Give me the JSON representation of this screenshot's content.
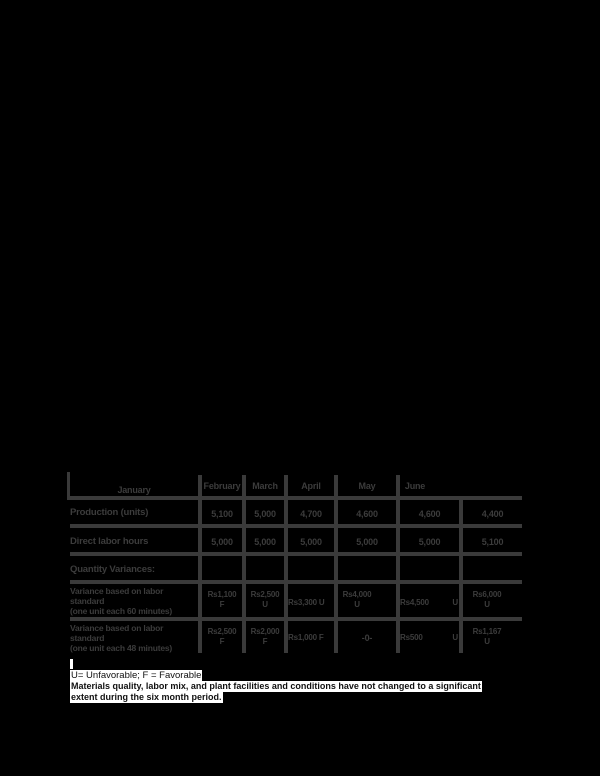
{
  "table": {
    "header": {
      "row_label": "January",
      "months": [
        "February",
        "March",
        "April",
        "May",
        "June"
      ]
    },
    "rows": [
      {
        "label": "Production (units)",
        "values": [
          "5,100",
          "5,000",
          "4,700",
          "4,600",
          "4,600",
          "4,400"
        ]
      },
      {
        "label": "Direct labor hours",
        "values": [
          "5,000",
          "5,000",
          "5,000",
          "5,000",
          "5,000",
          "5,100"
        ]
      },
      {
        "label": "Quantity Variances:",
        "values": [
          "",
          "",
          "",
          "",
          "",
          ""
        ]
      },
      {
        "label_lines": [
          "Variance based on labor",
          "standard",
          "(one unit each 60 minutes)"
        ],
        "values": [
          {
            "amount": "Rs1,100",
            "flag": "F"
          },
          {
            "amount": "Rs2,500",
            "flag": "U"
          },
          {
            "amount": "Rs3,300",
            "flag": "U"
          },
          {
            "amount": "Rs4,000",
            "flag": "U"
          },
          {
            "amount": "Rs4,500",
            "flag": "U"
          },
          {
            "amount": "Rs6,000",
            "flag": "U"
          }
        ]
      },
      {
        "label_lines": [
          "Variance based on labor",
          "standard",
          "(one unit each 48 minutes)"
        ],
        "values": [
          {
            "amount": "Rs2,500",
            "flag": "F"
          },
          {
            "amount": "Rs2,000",
            "flag": "F"
          },
          {
            "amount": "Rs1,000",
            "flag": "F"
          },
          {
            "amount": "-0-",
            "flag": ""
          },
          {
            "amount": "Rs500",
            "flag": "U"
          },
          {
            "amount": "Rs1,167",
            "flag": "U"
          }
        ]
      }
    ]
  },
  "footnotes": {
    "legend": "U= Unfavorable; F = Favorable",
    "note_line1": "Materials quality, labor mix, and plant facilities and conditions have not changed to a significant",
    "note_line2": "extent during the six month period."
  }
}
